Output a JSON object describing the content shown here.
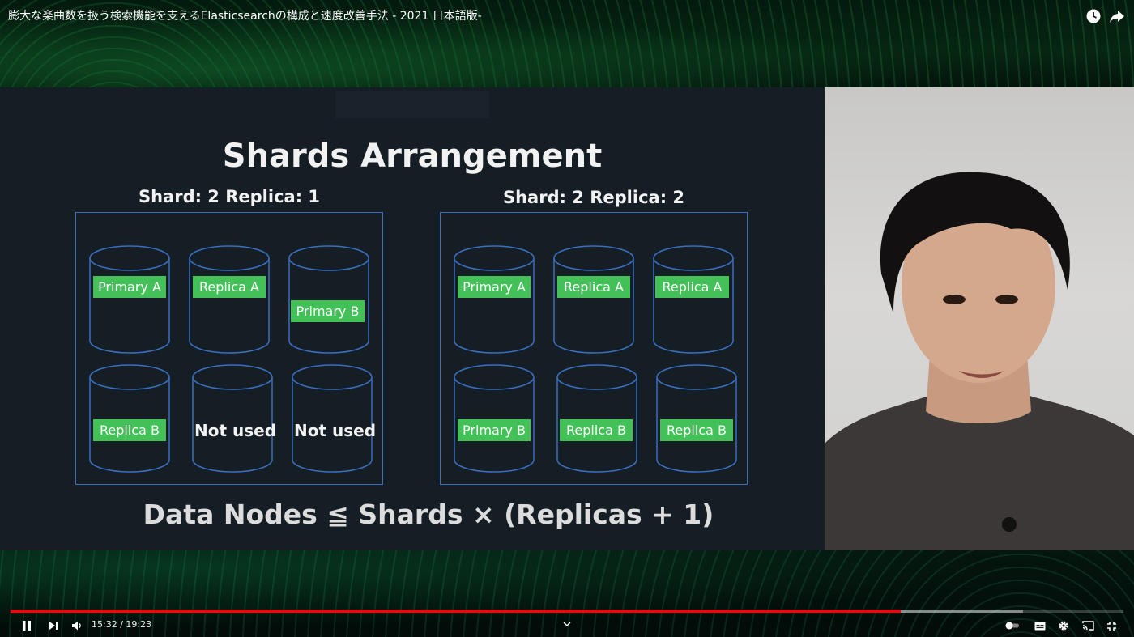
{
  "player": {
    "video_title": "膨大な楽曲数を扱う検索機能を支えるElasticsearchの構成と速度改善手法 - 2021 日本語版-",
    "time_current": "15:32",
    "time_total": "19:23",
    "time_display": "15:32 / 19:23",
    "progress": 0.8,
    "buffered": 0.91,
    "icons": {
      "watch_later": "clock-icon",
      "share": "share-arrow-icon",
      "pause": "pause-icon",
      "next": "next-icon",
      "volume": "volume-icon",
      "chapters": "chevron-down-icon",
      "autoplay": "autoplay-toggle-icon",
      "subtitles": "subtitles-icon",
      "settings": "gear-icon",
      "cast": "cast-icon",
      "exit_fullscreen": "exit-fullscreen-icon"
    },
    "colors": {
      "progress": "#ff0000"
    }
  },
  "slide": {
    "title": "Shards Arrangement",
    "formula": "Data Nodes ≦ Shards × (Replicas + 1)",
    "colors": {
      "shard_label": "#43c158",
      "box_border": "#3a6fc0",
      "background": "#151d25"
    },
    "groups": [
      {
        "label": "Shard: 2 Replica: 1",
        "nodes": [
          {
            "shards": [
              "Primary A"
            ]
          },
          {
            "shards": [
              "Replica A"
            ]
          },
          {
            "shards": [
              "Primary B"
            ]
          },
          {
            "shards": [
              "Replica B"
            ]
          },
          {
            "text": "Not used"
          },
          {
            "text": "Not used"
          }
        ]
      },
      {
        "label": "Shard: 2 Replica: 2",
        "nodes": [
          {
            "shards": [
              "Primary A"
            ]
          },
          {
            "shards": [
              "Replica A"
            ]
          },
          {
            "shards": [
              "Replica A"
            ]
          },
          {
            "shards": [
              "Primary B"
            ]
          },
          {
            "shards": [
              "Replica B"
            ]
          },
          {
            "shards": [
              "Replica B"
            ]
          }
        ]
      }
    ]
  }
}
